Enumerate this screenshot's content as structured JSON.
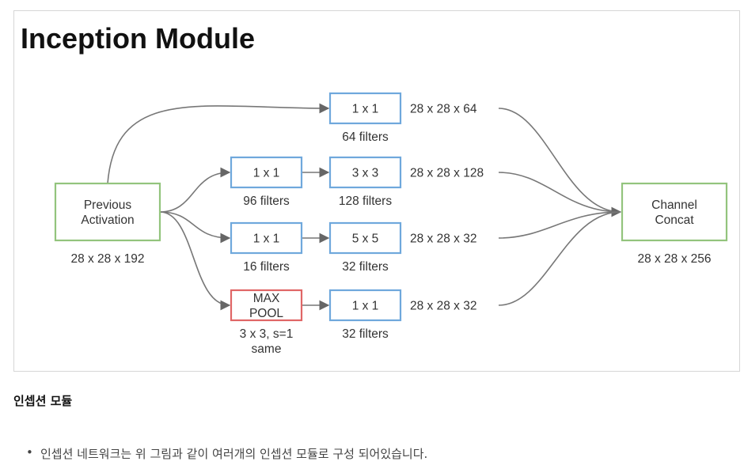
{
  "figure": {
    "title": "Inception Module",
    "input": {
      "lines": [
        "Previous",
        "Activation"
      ],
      "dims": "28 x 28 x 192"
    },
    "output": {
      "lines": [
        "Channel",
        "Concat"
      ],
      "dims": "28 x 28 x 256"
    },
    "branches": [
      {
        "stage1": null,
        "stage2": {
          "label": "1 x 1",
          "sub": [
            "64 filters"
          ]
        },
        "out_dims": "28 x 28 x 64"
      },
      {
        "stage1": {
          "label": "1 x 1",
          "sub": [
            "96 filters"
          ]
        },
        "stage2": {
          "label": "3 x 3",
          "sub": [
            "128 filters"
          ]
        },
        "out_dims": "28 x 28 x 128"
      },
      {
        "stage1": {
          "label": "1 x 1",
          "sub": [
            "16 filters"
          ]
        },
        "stage2": {
          "label": "5 x 5",
          "sub": [
            "32 filters"
          ]
        },
        "out_dims": "28 x 28 x 32"
      },
      {
        "stage1": {
          "label": "MAX\nPOOL",
          "sub": [
            "3 x 3, s=1",
            "same"
          ],
          "pool": true
        },
        "stage2": {
          "label": "1 x 1",
          "sub": [
            "32 filters"
          ]
        },
        "out_dims": "28 x 28 x 32"
      }
    ],
    "colors": {
      "conv_border": "#6fa8dc",
      "pool_border": "#e06666",
      "io_border": "#93c47d",
      "arrow": "#777777"
    }
  },
  "caption": "인셉션 모듈",
  "bullets": [
    "인셉션 네트워크는 위 그림과 같이 여러개의 인셉션 모듈로 구성 되어있습니다."
  ]
}
